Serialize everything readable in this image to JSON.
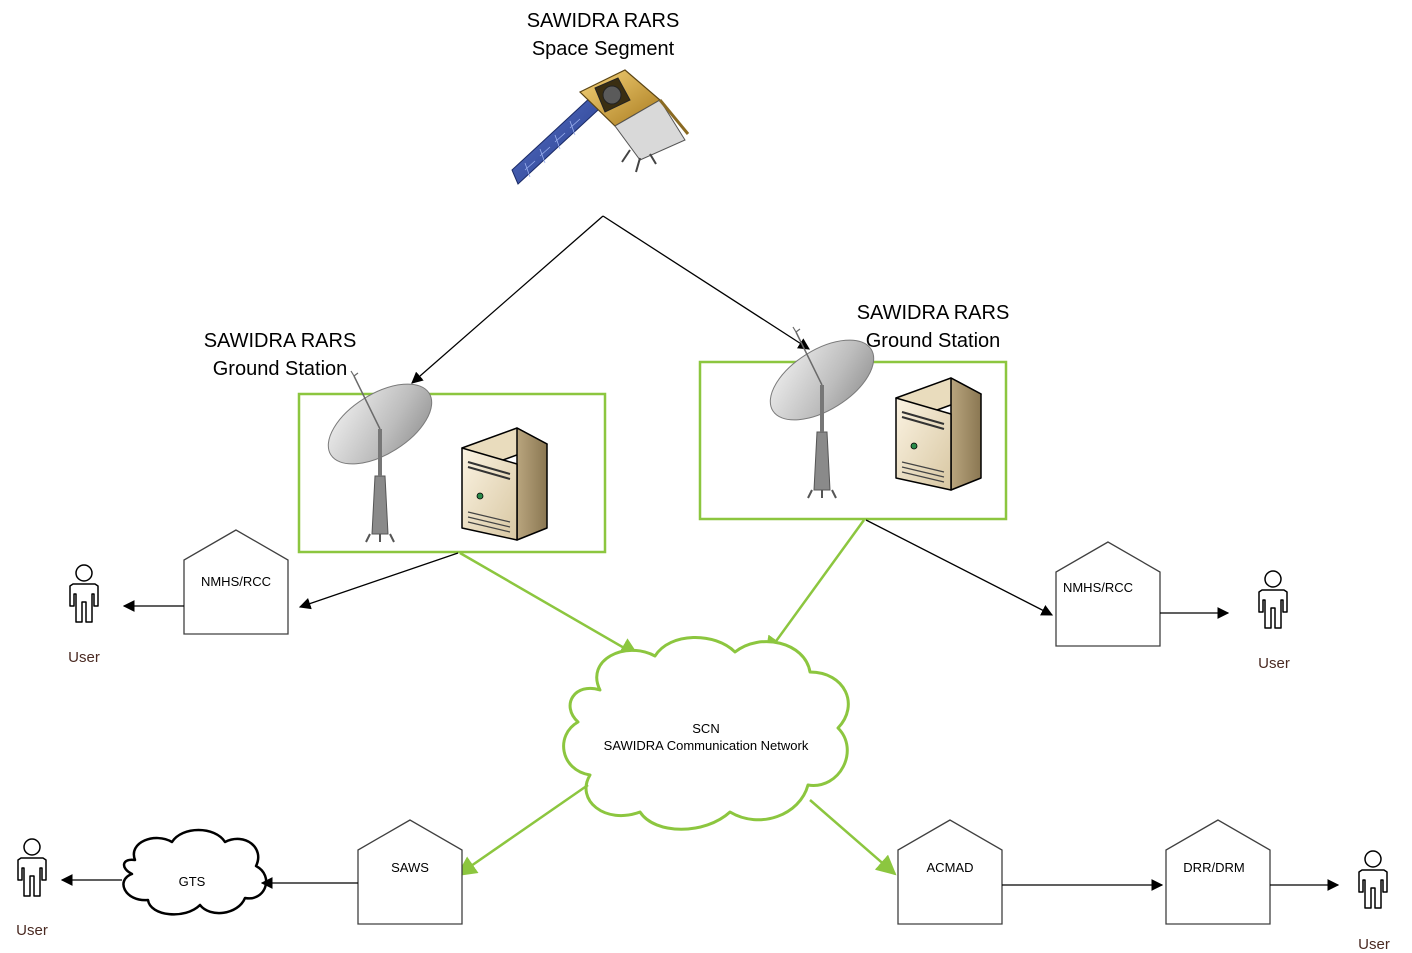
{
  "space_segment": {
    "line1": "SAWIDRA RARS",
    "line2": "Space Segment"
  },
  "ground_left": {
    "line1": "SAWIDRA RARS",
    "line2": "Ground Station"
  },
  "ground_right": {
    "line1": "SAWIDRA RARS",
    "line2": "Ground Station"
  },
  "nodes": {
    "nmhs_left": "NMHS/RCC",
    "nmhs_right": "NMHS/RCC",
    "scn_line1": "SCN",
    "scn_line2": "SAWIDRA Communication Network",
    "saws": "SAWS",
    "gts": "GTS",
    "acmad": "ACMAD",
    "drr": "DRR/DRM"
  },
  "users": {
    "user_left_top": "User",
    "user_right_top": "User",
    "user_left_bottom": "User",
    "user_right_bottom": "User"
  },
  "colors": {
    "green": "#8cc63f",
    "box_stroke": "#404040",
    "user_text": "#4a2a22"
  }
}
